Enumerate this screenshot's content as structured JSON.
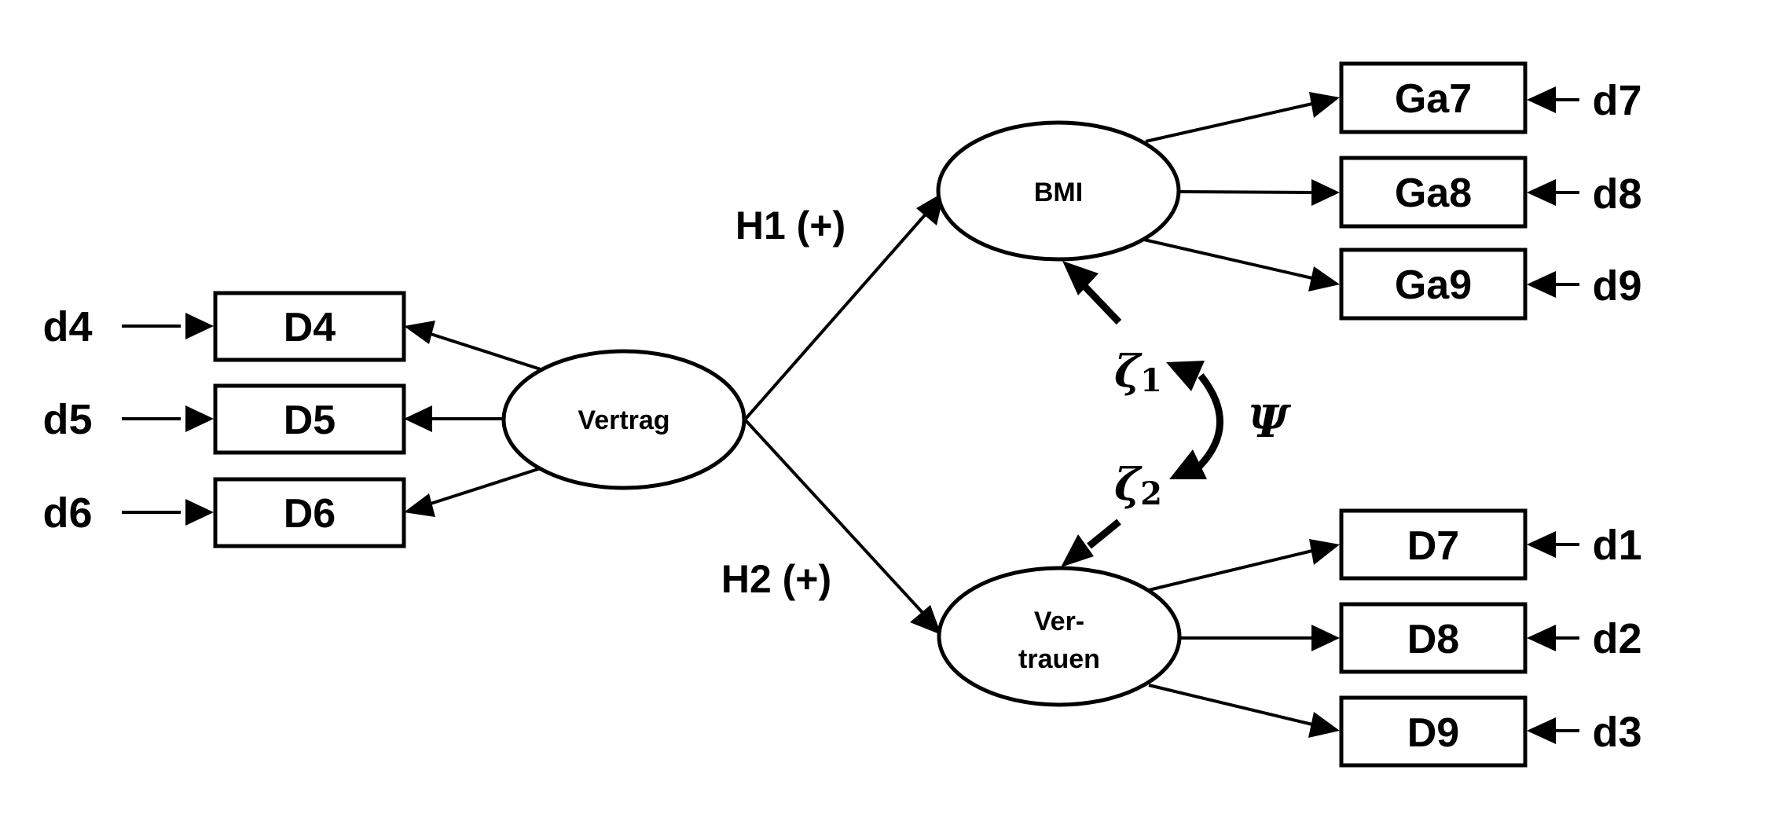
{
  "diagram": {
    "type": "structural-equation-model",
    "colors": {
      "stroke": "#000000",
      "background": "#ffffff",
      "text": "#000000"
    },
    "latent_variables": [
      {
        "id": "vertrag",
        "label_lines": [
          "Vertrag"
        ]
      },
      {
        "id": "bmi",
        "label_lines": [
          "BMI"
        ]
      },
      {
        "id": "vertrauen",
        "label_lines": [
          "Ver-",
          "trauen"
        ]
      }
    ],
    "indicators": {
      "vertrag": [
        {
          "label": "D4",
          "error": "d4"
        },
        {
          "label": "D5",
          "error": "d5"
        },
        {
          "label": "D6",
          "error": "d6"
        }
      ],
      "bmi": [
        {
          "label": "Ga7",
          "error": "d7"
        },
        {
          "label": "Ga8",
          "error": "d8"
        },
        {
          "label": "Ga9",
          "error": "d9"
        }
      ],
      "vertrauen": [
        {
          "label": "D7",
          "error": "d1"
        },
        {
          "label": "D8",
          "error": "d2"
        },
        {
          "label": "D9",
          "error": "d3"
        }
      ]
    },
    "hypotheses": [
      {
        "label": "H1 (+)",
        "from": "Vertrag",
        "to": "BMI"
      },
      {
        "label": "H2 (+)",
        "from": "Vertrag",
        "to": "Vertrauen"
      }
    ],
    "disturbances": [
      {
        "symbol": "ζ",
        "subscript": "1",
        "target": "BMI"
      },
      {
        "symbol": "ζ",
        "subscript": "2",
        "target": "Vertrauen"
      }
    ],
    "covariance": {
      "symbol": "Ψ"
    }
  }
}
